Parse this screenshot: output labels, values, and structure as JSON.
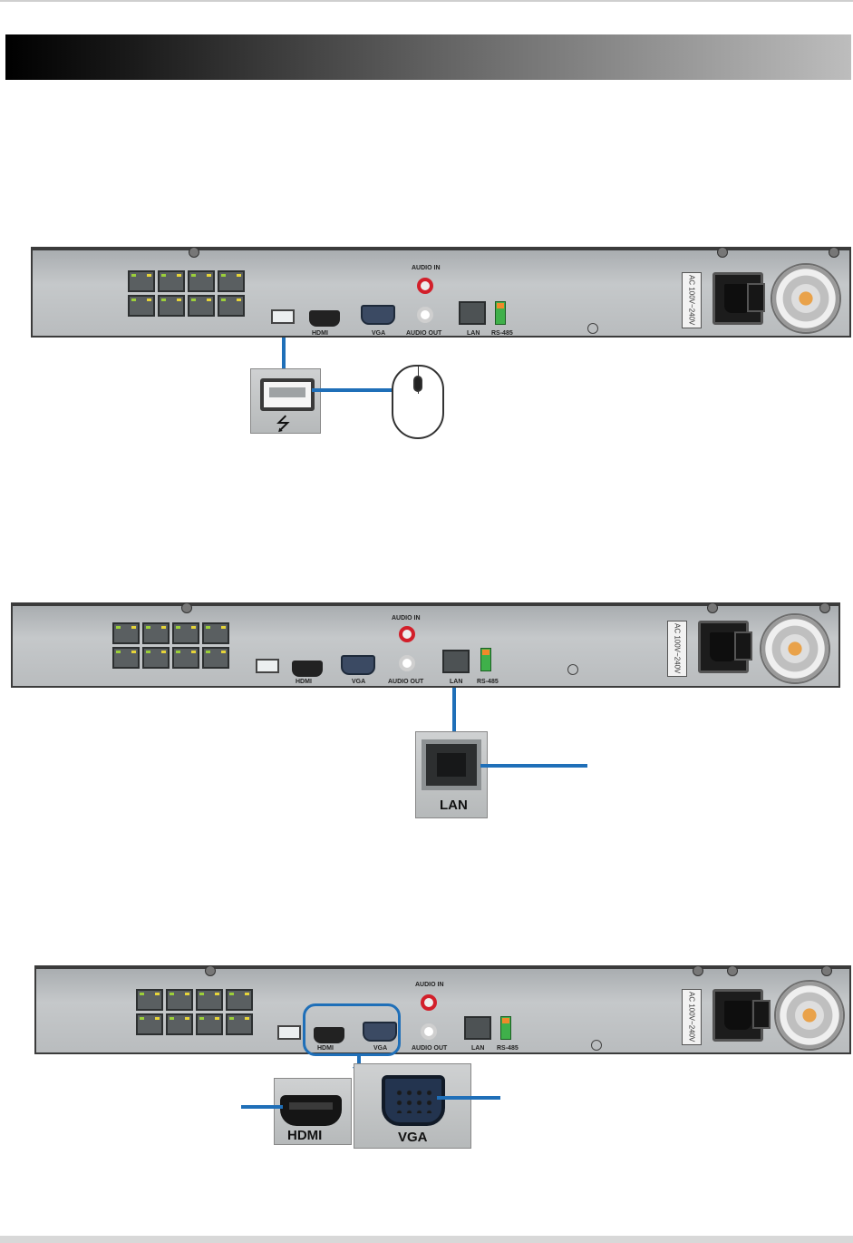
{
  "header": {
    "title": ""
  },
  "panel_labels": {
    "audio_in": "AUDIO IN",
    "audio_out": "AUDIO OUT",
    "hdmi": "HDMI",
    "vga": "VGA",
    "lan": "LAN",
    "rs485": "RS-485",
    "power": "AC 100V~240V"
  },
  "callouts": {
    "lan_label": "LAN",
    "hdmi_label": "HDMI",
    "vga_label": "VGA"
  },
  "colors": {
    "accent_blue": "#1f6fb8",
    "title_bar_dark": "#000000",
    "title_bar_light": "#bdbdbd"
  },
  "icons": [
    "usb-icon",
    "mouse-icon",
    "ground-icon",
    "fan-icon"
  ]
}
